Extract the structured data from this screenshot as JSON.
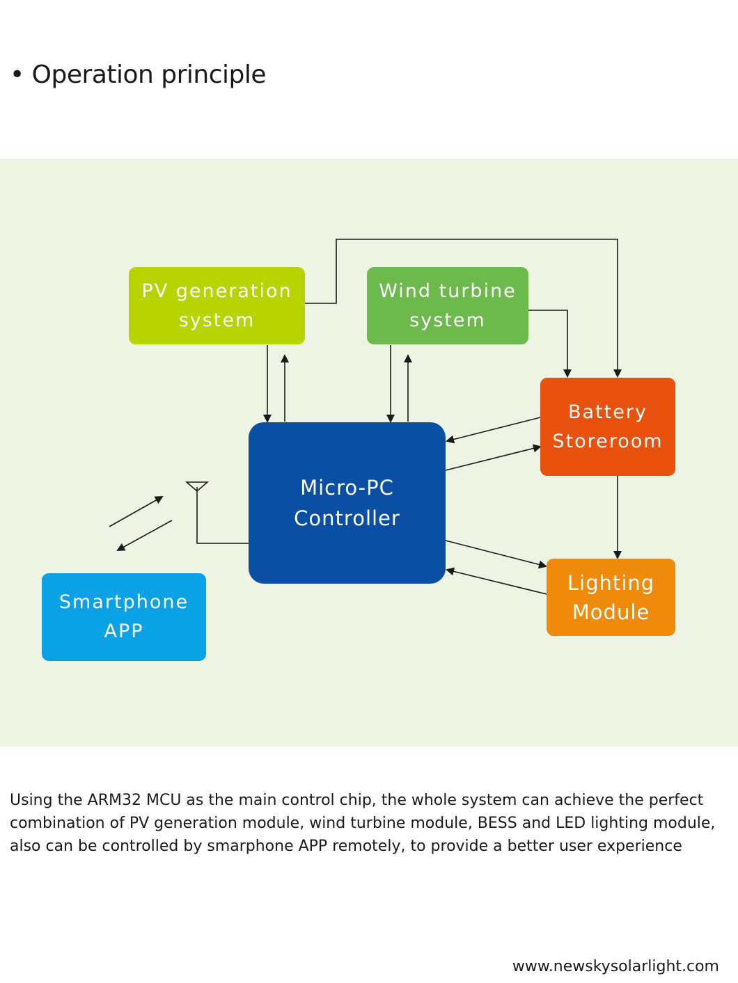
{
  "heading": "• Operation principle",
  "diagram": {
    "nodes": {
      "pv": {
        "label": "PV generation\nsystem",
        "color": "#b8d400"
      },
      "wind": {
        "label": "Wind turbine\nsystem",
        "color": "#6cba4c"
      },
      "controller": {
        "label": "Micro-PC\nController",
        "color": "#0a4fa3"
      },
      "battery": {
        "label": "Battery\nStoreroom",
        "color": "#e8520e"
      },
      "lighting": {
        "label": "Lighting\nModule",
        "color": "#f08a0a"
      },
      "smartphone": {
        "label": "Smartphone\nAPP",
        "color": "#0aa2e4"
      }
    },
    "line_color": "#1a1a1a"
  },
  "description": "Using the ARM32 MCU as the main control chip, the whole system can achieve the perfect\ncombination  of PV generation module, wind turbine module, BESS and LED lighting module,\nalso can be controlled  by smarphone APP remotely, to provide a better user experience",
  "footer": "www.newskysolarlight.com"
}
